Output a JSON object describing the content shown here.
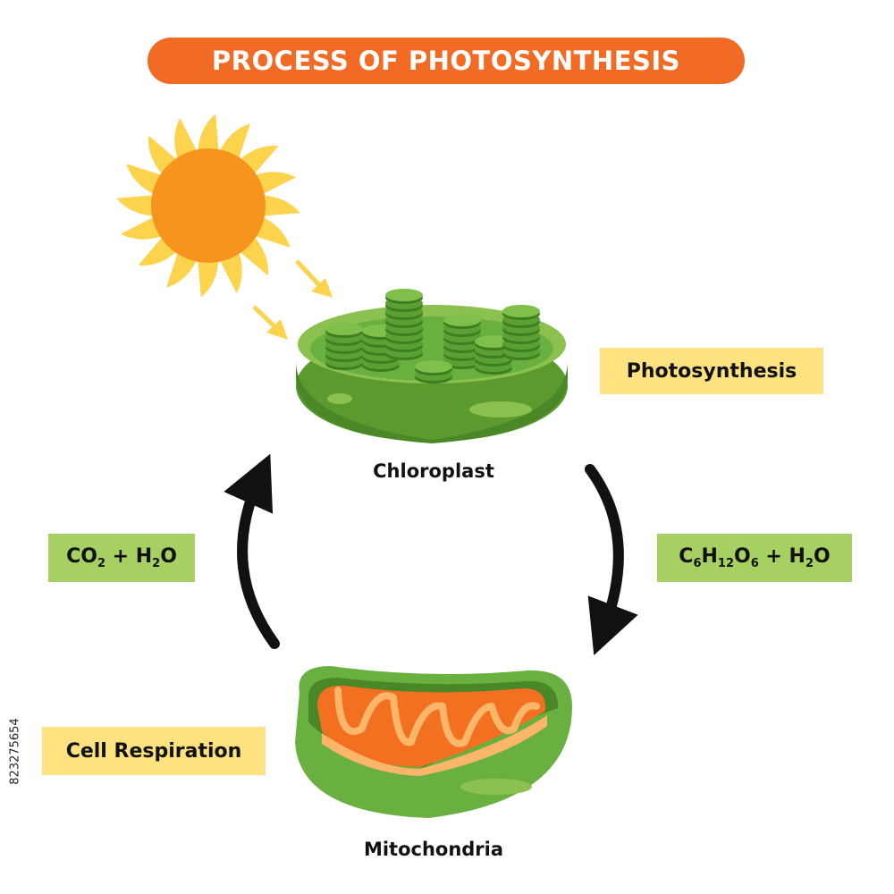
{
  "title": "PROCESS OF PHOTOSYNTHESIS",
  "labels": {
    "photosynthesis": "Photosynthesis",
    "cell_respiration": "Cell Respiration",
    "chloroplast": "Chloroplast",
    "mitochondria": "Mitochondria"
  },
  "formulas": {
    "left": [
      {
        "t": "CO"
      },
      {
        "sub": "2"
      },
      {
        "t": " + H"
      },
      {
        "sub": "2"
      },
      {
        "t": "O"
      }
    ],
    "right": [
      {
        "t": "C"
      },
      {
        "sub": "6"
      },
      {
        "t": "H"
      },
      {
        "sub": "12"
      },
      {
        "t": "O"
      },
      {
        "sub": "6"
      },
      {
        "t": " + H"
      },
      {
        "sub": "2"
      },
      {
        "t": "O"
      }
    ]
  },
  "stock_id": "823275654",
  "colors": {
    "title_bg": "#f26b25",
    "label_yellow": "#fde27f",
    "label_green": "#a7d062",
    "sun_core": "#f7941d",
    "sun_rays": "#fcd34d",
    "organelle_green": "#6ab040",
    "mito_orange": "#f37021"
  }
}
